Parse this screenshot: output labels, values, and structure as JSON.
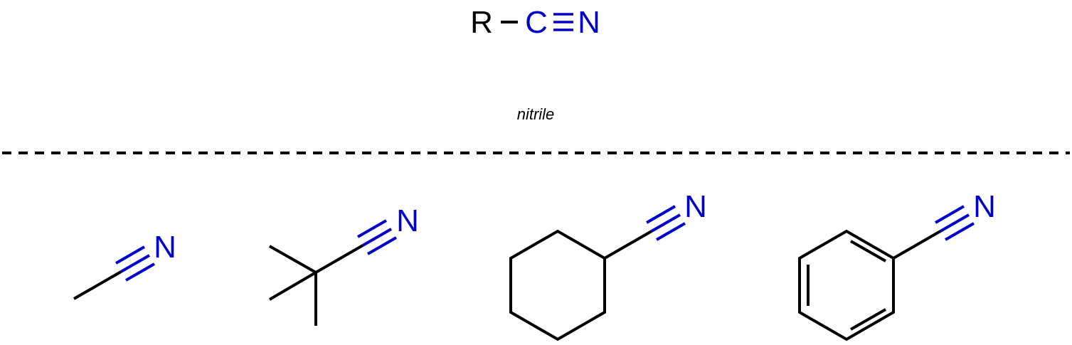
{
  "colors": {
    "carbon_bond": "#000000",
    "functional_group": "#0000cc",
    "separator": "#000000",
    "background": "#ffffff"
  },
  "general_formula": {
    "r_label": "R",
    "carbon_label": "C",
    "nitrogen_label": "N"
  },
  "class_name": "nitrile",
  "examples": [
    {
      "id": "acetonitrile",
      "nitrogen_label": "N"
    },
    {
      "id": "pivalonitrile",
      "nitrogen_label": "N"
    },
    {
      "id": "cyclohexanecarbonitrile",
      "nitrogen_label": "N"
    },
    {
      "id": "benzonitrile",
      "nitrogen_label": "N"
    }
  ]
}
